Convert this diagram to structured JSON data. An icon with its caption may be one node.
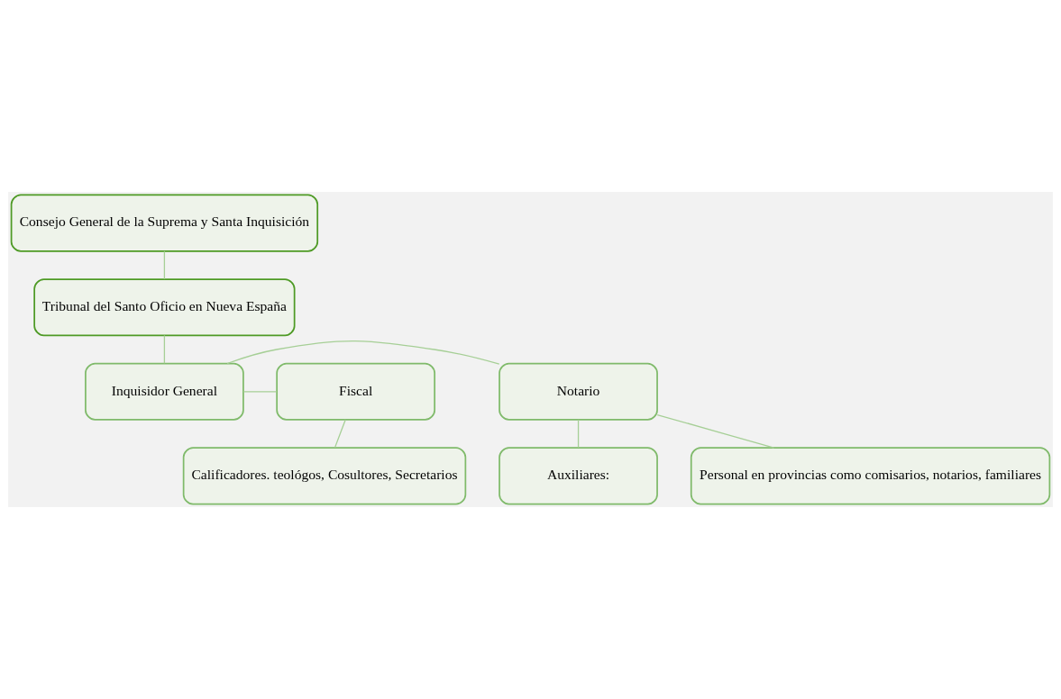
{
  "diagram": {
    "nodes": [
      {
        "text": [
          "Consejo General de la Suprema y Santa Inquisición"
        ]
      },
      {
        "text": [
          "Tribunal del Santo Oficio en Nueva España"
        ]
      },
      {
        "text": [
          "Notario"
        ]
      },
      {
        "text": [
          "Inquisidor General"
        ]
      },
      {
        "text": [
          "Fiscal"
        ]
      },
      {
        "text": [
          "Personal en provincias como comisarios, notarios, familiares"
        ]
      },
      {
        "text": [
          "Auxiliares:"
        ]
      },
      {
        "text": [
          "Calificadores. teológos, Cosultores, Secretarios"
        ]
      }
    ],
    "edges": [
      {
        "from": 0,
        "to": 1,
        "arrow": "none"
      },
      {
        "from": 1,
        "to": 3,
        "arrow": "none"
      },
      {
        "from": 3,
        "to": 2,
        "arrow": "none"
      },
      {
        "from": 3,
        "to": 4,
        "arrow": "none"
      },
      {
        "from": 2,
        "to": 5,
        "arrow": "none"
      },
      {
        "from": 2,
        "to": 6,
        "arrow": "none"
      },
      {
        "from": 4,
        "to": 7,
        "arrow": "none"
      }
    ]
  }
}
